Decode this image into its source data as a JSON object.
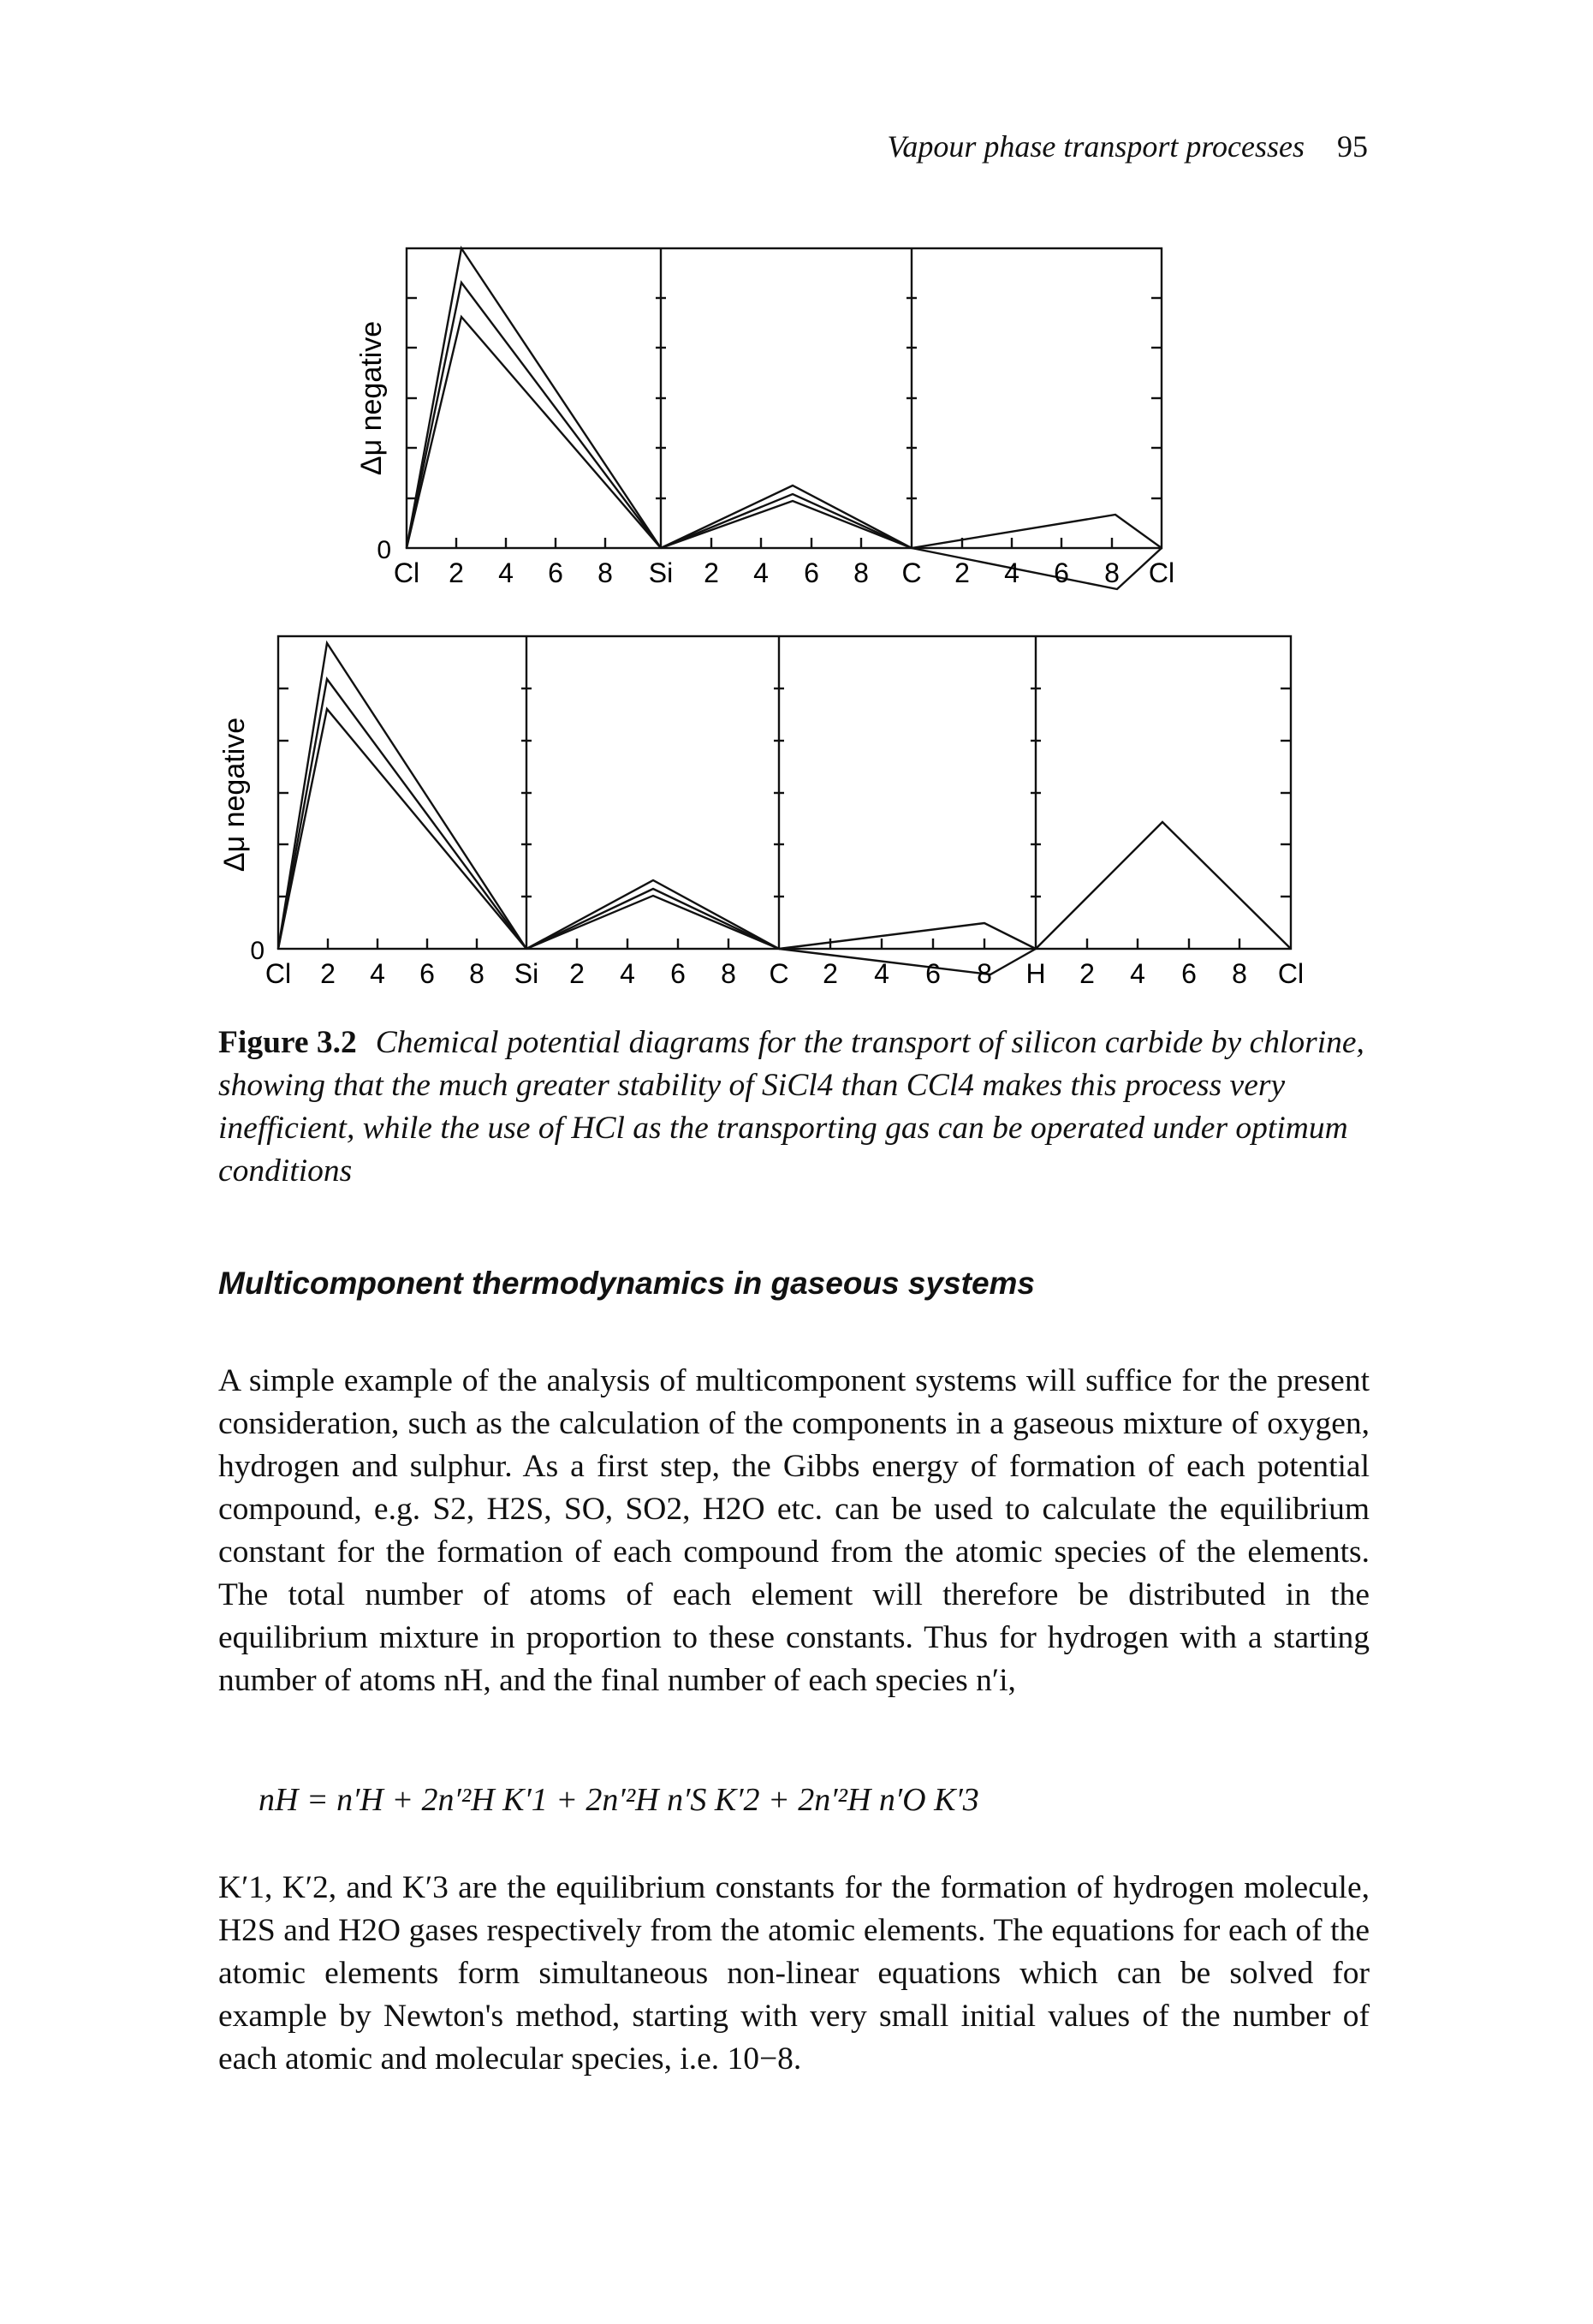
{
  "running_head": {
    "title": "Vapour phase transport processes",
    "page_number": "95"
  },
  "figures": [
    {
      "ylabel": "Δμ negative",
      "zero_label": "0",
      "tick_labels": [
        "Cl",
        "2",
        "4",
        "6",
        "8",
        "Si",
        "2",
        "4",
        "6",
        "8",
        "C",
        "2",
        "4",
        "6",
        "8",
        "Cl"
      ]
    },
    {
      "ylabel": "Δμ negative",
      "zero_label": "0",
      "tick_labels": [
        "Cl",
        "2",
        "4",
        "6",
        "8",
        "Si",
        "2",
        "4",
        "6",
        "8",
        "C",
        "2",
        "4",
        "6",
        "8",
        "H",
        "2",
        "4",
        "6",
        "8",
        "Cl"
      ]
    }
  ],
  "caption": {
    "label": "Figure 3.2",
    "text": "Chemical potential diagrams for the transport of silicon carbide by chlorine, showing that the much greater stability of SiCl4 than CCl4 makes this process very inefficient, while the use of HCl as the transporting gas can be operated under optimum conditions"
  },
  "section_heading": "Multicomponent thermodynamics in gaseous systems",
  "paragraph_1": "A simple example of the analysis of multicomponent systems will suffice for the present consideration, such as the calculation of the components in a gaseous mixture of oxygen, hydrogen and sulphur. As a first step, the Gibbs energy of formation of each potential compound, e.g. S2, H2S, SO, SO2, H2O etc. can be used to calculate the equilibrium constant for the formation of each compound from the atomic species of the elements. The total number of atoms of each element will therefore be distributed in the equilibrium mixture in proportion to these constants. Thus for hydrogen with a starting number of atoms nH, and the final number of each species n′i,",
  "equation": "nH = n′H + 2n′²H K′1 + 2n′²H n′S K′2 + 2n′²H n′O K′3",
  "paragraph_2": "K′1, K′2, and K′3 are the equilibrium constants for the formation of hydrogen molecule, H2S and H2O gases respectively from the atomic elements. The equations for each of the atomic elements form simultaneous non-linear equations which can be solved for example by Newton's method, starting with very small initial values of the number of each atomic and molecular species, i.e. 10−8."
}
